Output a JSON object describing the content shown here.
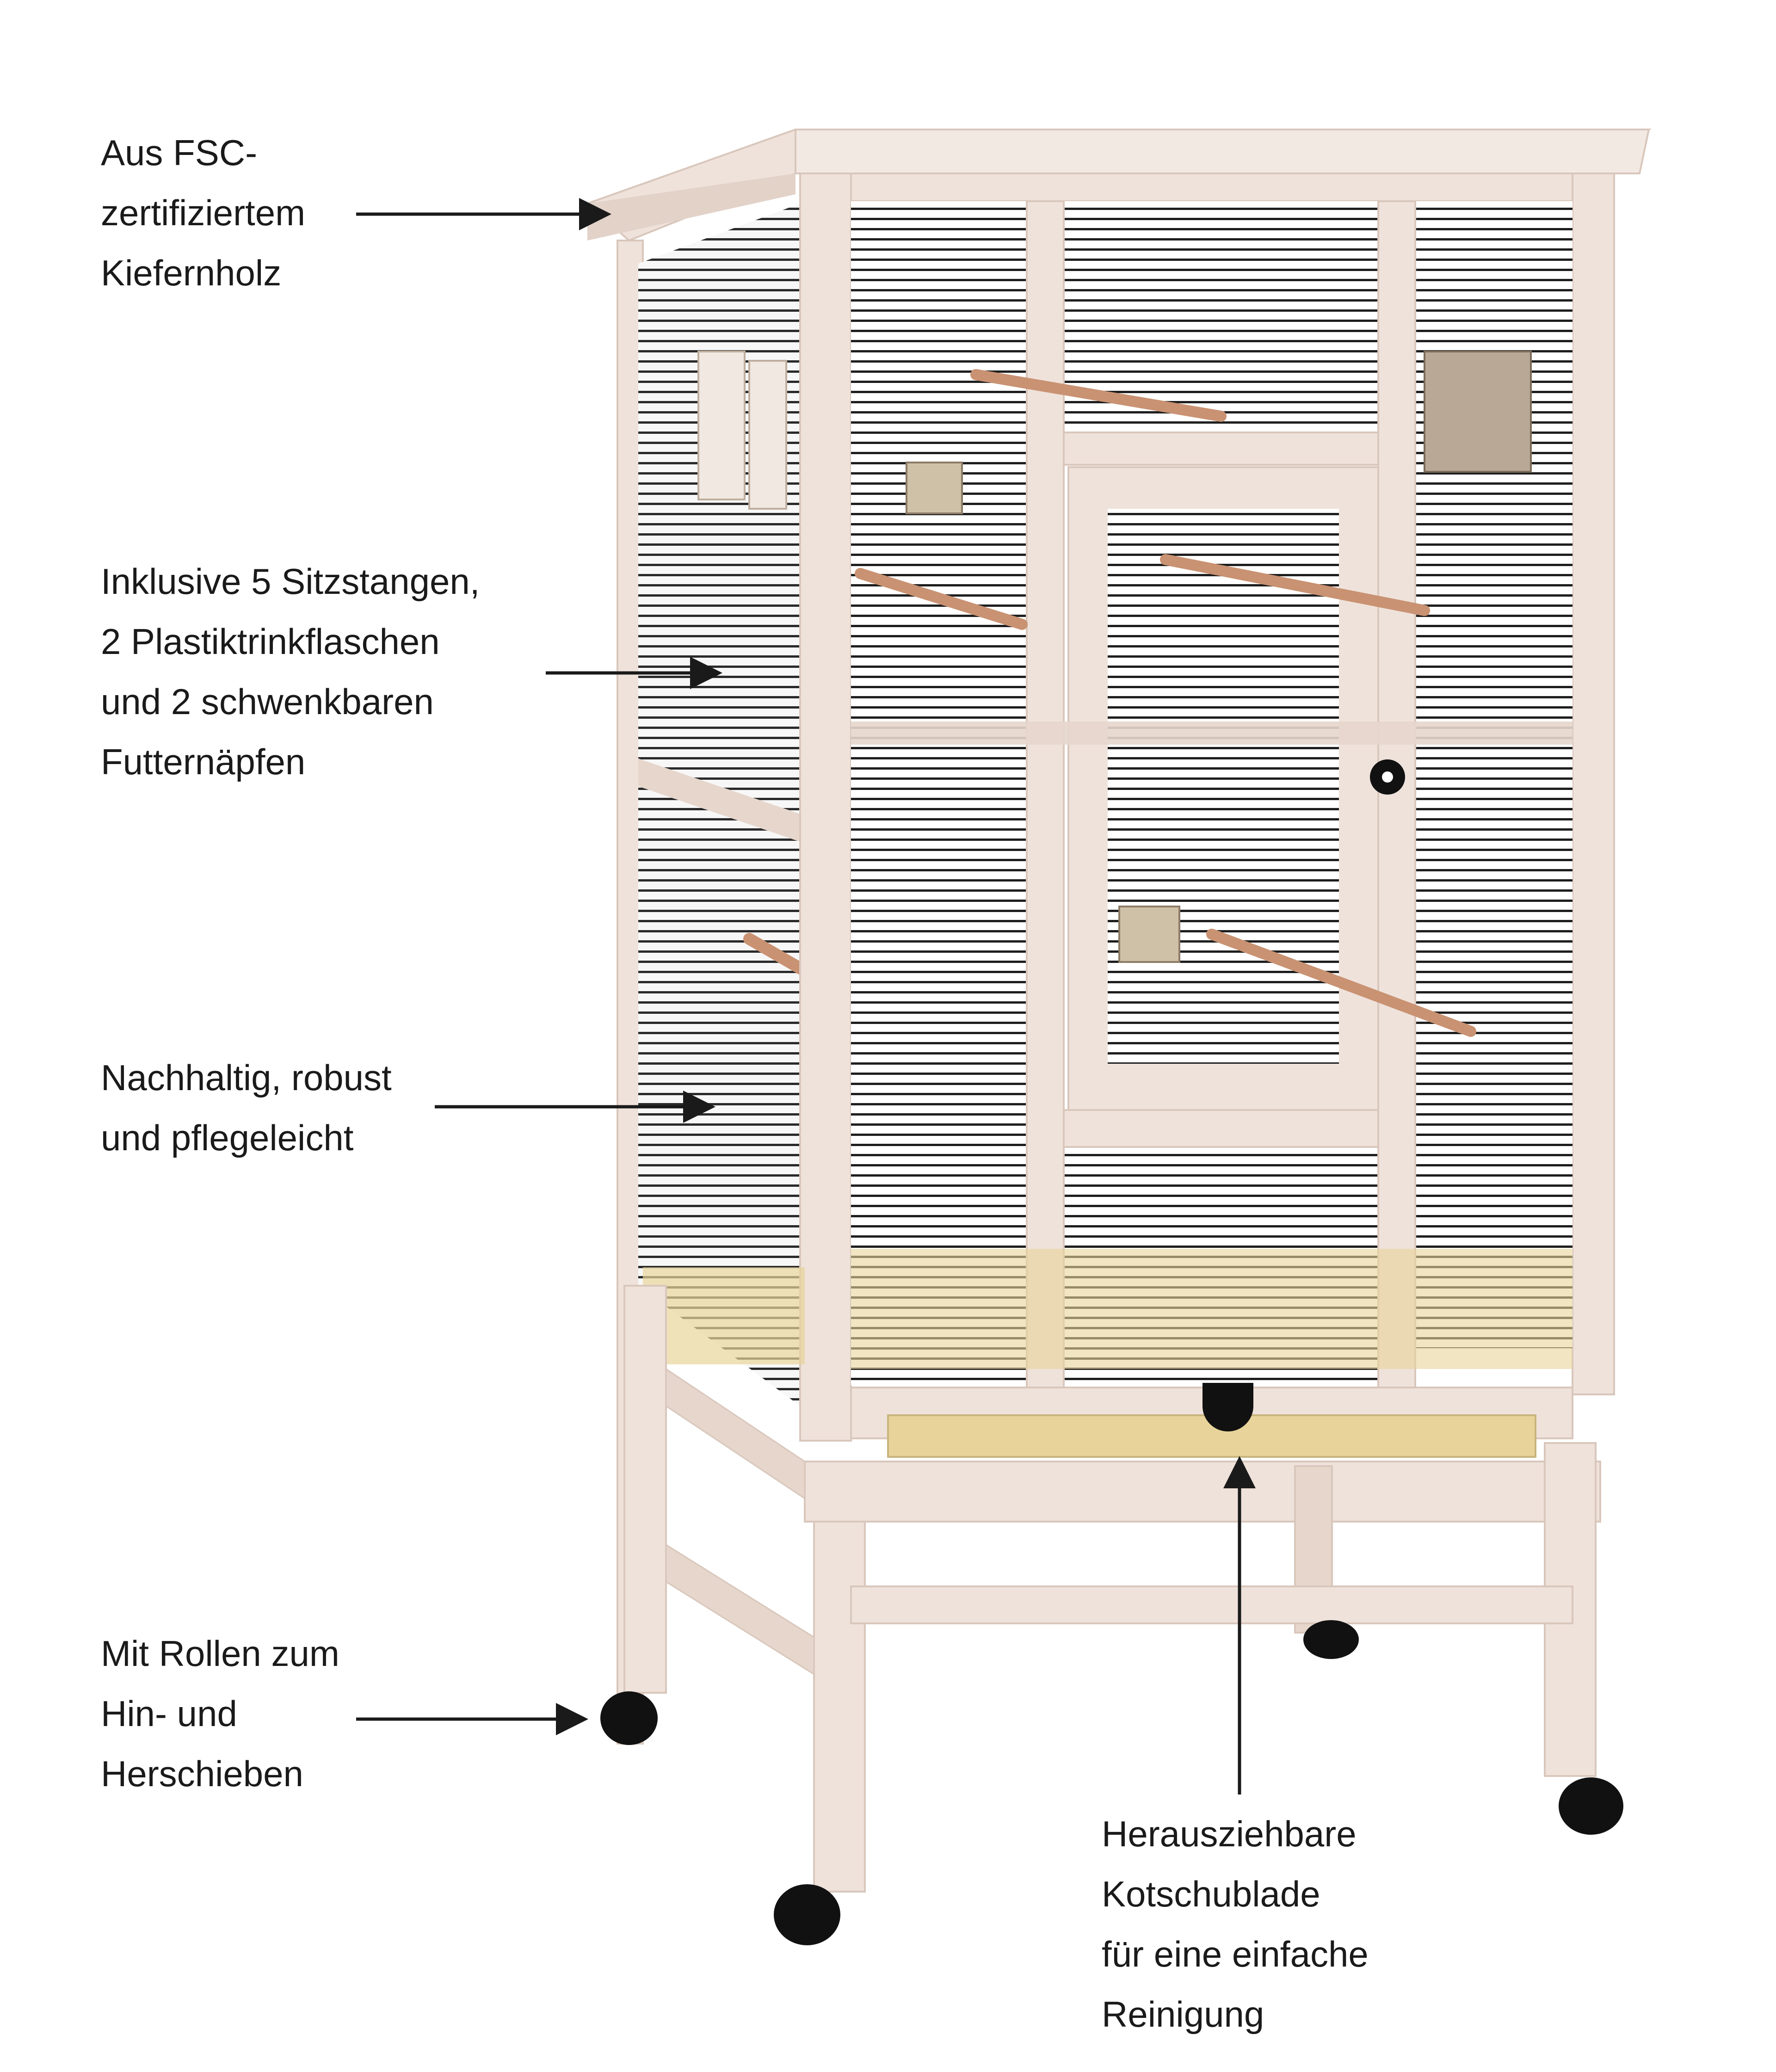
{
  "callouts": {
    "material": [
      "Aus FSC-",
      "zertifiziertem",
      "Kiefernholz"
    ],
    "accessories": [
      "Inklusive 5 Sitzstangen,",
      "2 Plastiktrinkflaschen",
      "und 2 schwenkbaren",
      "Futternäpfen"
    ],
    "durability": [
      "Nachhaltig, robust",
      "und pflegeleicht"
    ],
    "wheels": [
      "Mit Rollen zum",
      "Hin- und",
      "Herschieben"
    ],
    "drawer": [
      "Herausziehbare",
      "Kotschublade",
      "für eine einfache",
      "Reinigung"
    ]
  },
  "colors": {
    "wood": "#efe2db",
    "wood_shadow": "#d9c7bc",
    "wire": "#1e1e1e",
    "perch": "#c99272",
    "tray": "#e8d49a",
    "wheel": "#111111",
    "text": "#1a1a1a"
  }
}
